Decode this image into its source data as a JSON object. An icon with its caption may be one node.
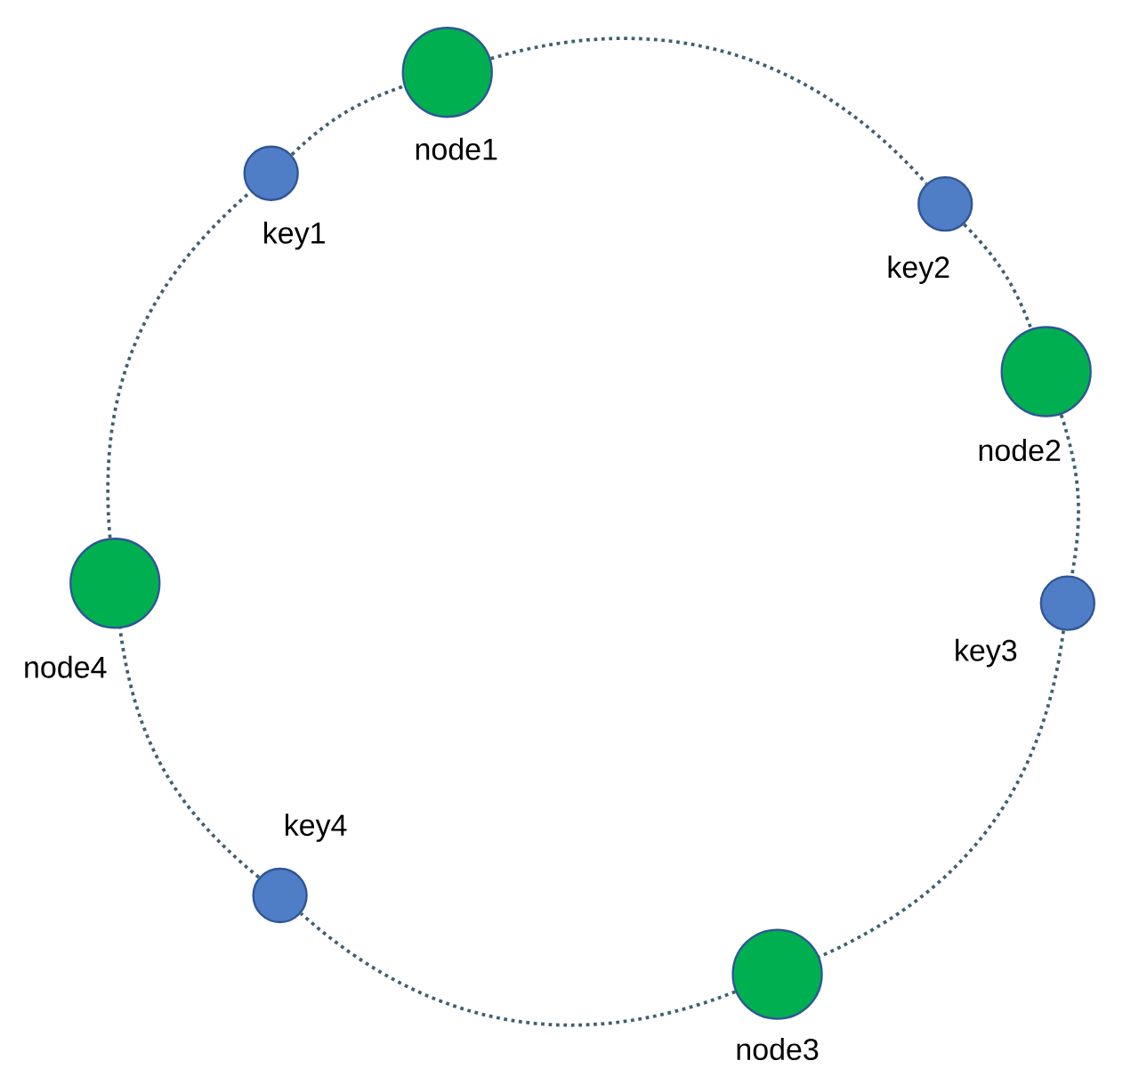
{
  "diagram": {
    "nodes": [
      {
        "text": [],
        "shape": "circle",
        "beside": [
          "node1"
        ]
      },
      {
        "text": [],
        "shape": "circle",
        "beside": [
          "key1"
        ]
      },
      {
        "text": [],
        "shape": "circle",
        "beside": [
          "key2"
        ]
      },
      {
        "text": [],
        "shape": "circle",
        "beside": [
          "node2"
        ]
      },
      {
        "text": [],
        "shape": "circle",
        "beside": [
          "node4"
        ]
      },
      {
        "text": [],
        "shape": "circle",
        "beside": [
          "key3"
        ]
      },
      {
        "text": [],
        "shape": "circle",
        "beside": [
          "key4"
        ]
      },
      {
        "text": [],
        "shape": "circle",
        "beside": [
          "node3"
        ]
      }
    ],
    "edges": [
      {
        "from": 0,
        "to": 2,
        "arrow": "none",
        "style": "dashed"
      },
      {
        "from": 2,
        "to": 3,
        "arrow": "none",
        "style": "dashed"
      },
      {
        "from": 3,
        "to": 5,
        "arrow": "none",
        "style": "dashed"
      },
      {
        "from": 5,
        "to": 7,
        "arrow": "none",
        "style": "dashed"
      },
      {
        "from": 7,
        "to": 6,
        "arrow": "none",
        "style": "dashed"
      },
      {
        "from": 6,
        "to": 4,
        "arrow": "none",
        "style": "dashed"
      },
      {
        "from": 4,
        "to": 1,
        "arrow": "none",
        "style": "dashed"
      },
      {
        "from": 1,
        "to": 0,
        "arrow": "none",
        "style": "dashed"
      }
    ]
  }
}
